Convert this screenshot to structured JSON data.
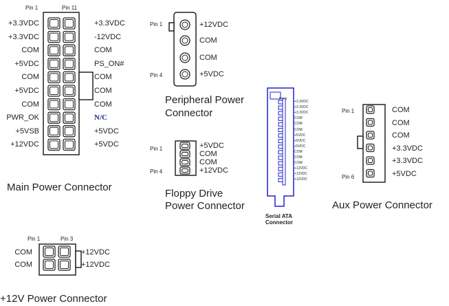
{
  "main": {
    "title": "Main Power Connector",
    "pin_first": "Pin 1",
    "pin_last": "Pin 11",
    "left": [
      "+3.3VDC",
      "+3.3VDC",
      "COM",
      "+5VDC",
      "COM",
      "+5VDC",
      "COM",
      "PWR_OK",
      "+5VSB",
      "+12VDC"
    ],
    "right": [
      "+3.3VDC",
      "-12VDC",
      "COM",
      "PS_ON#",
      "COM",
      "COM",
      "COM",
      "N/C",
      "+5VDC",
      "+5VDC"
    ]
  },
  "peripheral": {
    "title1": "Peripheral Power",
    "title2": "Connector",
    "pin_first": "Pin 1",
    "pin_last": "Pin 4",
    "pins": [
      "+12VDC",
      "COM",
      "COM",
      "+5VDC"
    ]
  },
  "floppy": {
    "title1": "Floppy Drive",
    "title2": "Power Connector",
    "pin_first": "Pin 1",
    "pin_last": "Pin 4",
    "pins": [
      "+5VDC",
      "COM",
      "COM",
      "+12VDC"
    ]
  },
  "sata": {
    "title1": "Serial ATA",
    "title2": "Connector",
    "pin_first": "Pin 1",
    "pins": [
      "+3.3VDC",
      "+3.3VDC",
      "+3.3VDC",
      "COM",
      "COM",
      "COM",
      "+5VDC",
      "+5VDC",
      "+5VDC",
      "COM",
      "COM",
      "COM",
      "+12VDC",
      "+12VDC",
      "+12VDC"
    ],
    "color": "#2222cc"
  },
  "aux": {
    "title": "Aux Power Connector",
    "pin_first": "Pin 1",
    "pin_last": "Pin 6",
    "pins": [
      "COM",
      "COM",
      "COM",
      "+3.3VDC",
      "+3.3VDC",
      "+5VDC"
    ]
  },
  "v12": {
    "title": "+12V Power Connector",
    "pin_first": "Pin 1",
    "pin_last": "Pin 3",
    "left": [
      "COM",
      "COM"
    ],
    "right": [
      "+12VDC",
      "+12VDC"
    ]
  }
}
